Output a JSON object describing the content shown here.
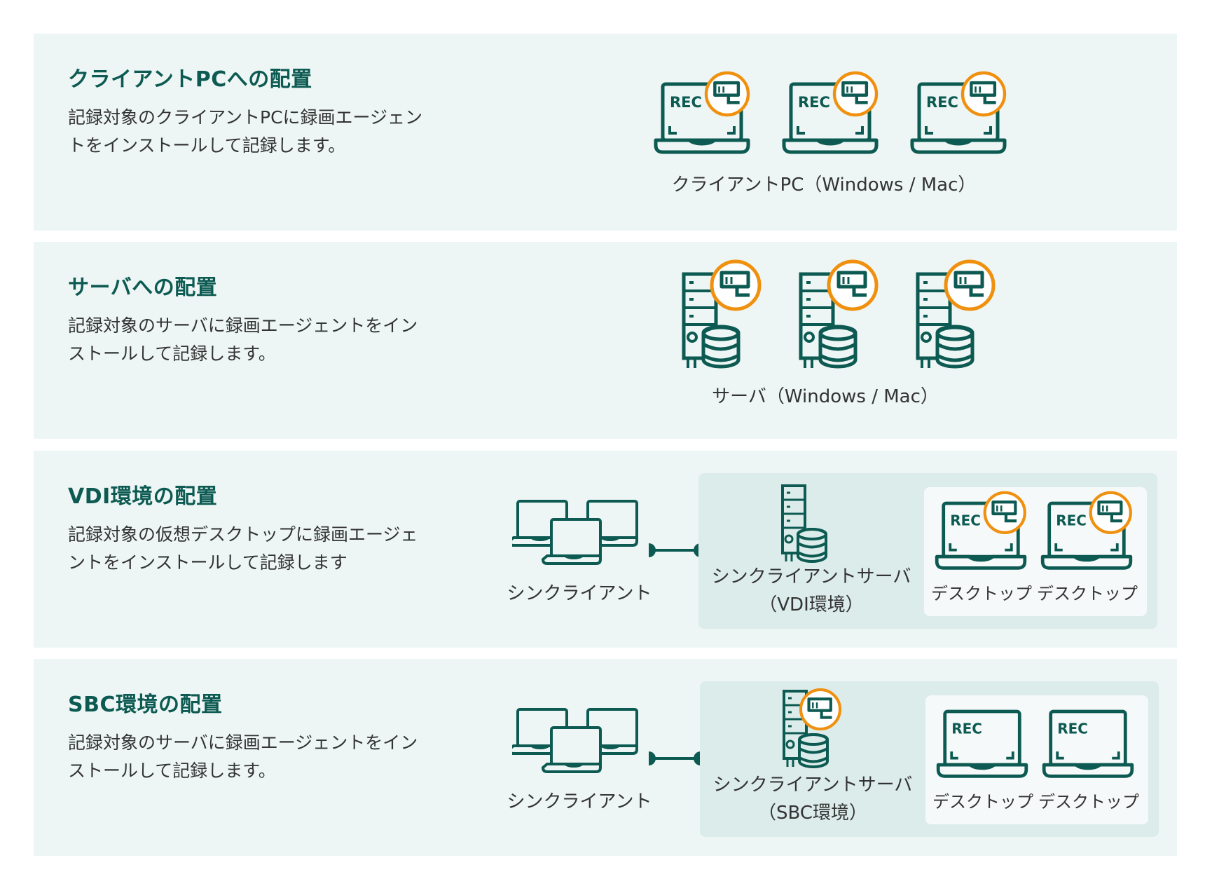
{
  "colors": {
    "background": "#edf6f4",
    "accent": "#0d5a52",
    "badge": "#f0900f",
    "inner_box": "#dbecea",
    "device_box": "#f5f9f9"
  },
  "icon_rec_label": "REC",
  "sections": [
    {
      "title": "クライアントPCへの配置",
      "description": [
        "記録対象のクライアントPCに録画エージェン",
        "トをインストールして記録します。"
      ],
      "device_label": "クライアントPC（Windows / Mac）",
      "icons": [
        "laptop-icon",
        "camera-badge-icon"
      ]
    },
    {
      "title": "サーバへの配置",
      "description": [
        "記録対象のサーバに録画エージェントをイン",
        "ストールして記録します。"
      ],
      "device_label": "サーバ（Windows / Mac）",
      "icons": [
        "server-icon",
        "database-icon",
        "camera-badge-icon"
      ]
    },
    {
      "title": "VDI環境の配置",
      "description": [
        "記録対象の仮想デスクトップに録画エージェ",
        "ントをインストールして記録します"
      ],
      "client_label": "シンクライアント",
      "server_label": [
        "シンクライアントサーバ",
        "（VDI環境）"
      ],
      "desktop_labels": [
        "デスクトップ",
        "デスクトップ"
      ]
    },
    {
      "title": "SBC環境の配置",
      "description": [
        "記録対象のサーバに録画エージェントをイン",
        "ストールして記録します。"
      ],
      "client_label": "シンクライアント",
      "server_label": [
        "シンクライアントサーバ",
        "（SBC環境）"
      ],
      "desktop_labels": [
        "デスクトップ",
        "デスクトップ"
      ]
    }
  ]
}
